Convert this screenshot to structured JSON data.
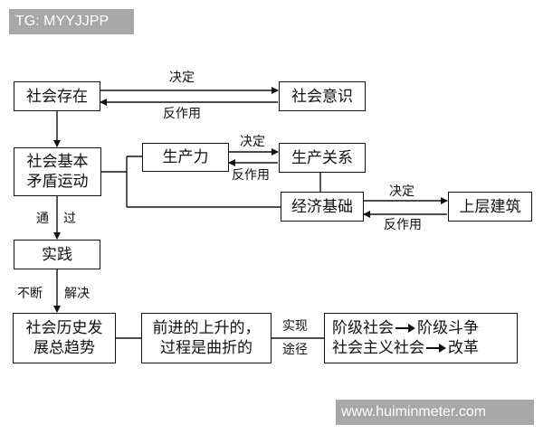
{
  "watermarks": {
    "top_left": "TG: MYYJJPP",
    "bottom_right": "www.huiminmeter.com"
  },
  "nodes": {
    "social_existence": "社会存在",
    "social_consciousness": "社会意识",
    "basic_contradiction_line1": "社会基本",
    "basic_contradiction_line2": "矛盾运动",
    "productive_forces": "生产力",
    "relations_of_production": "生产关系",
    "economic_base": "经济基础",
    "superstructure": "上层建筑",
    "practice": "实践",
    "trend_line1": "社会历史发",
    "trend_line2": "展总趋势",
    "process_line1": "前进的上升的，",
    "process_line2": "过程是曲折的",
    "route_class_society": "阶级社会",
    "route_class_struggle": "阶级斗争",
    "route_socialist_society": "社会主义社会",
    "route_reform": "改革"
  },
  "edge_labels": {
    "determines_1": "决定",
    "reacts_1": "反作用",
    "determines_2": "决定",
    "reacts_2": "反作用",
    "determines_3": "决定",
    "reacts_3": "反作用",
    "through_1": "通",
    "through_2": "过",
    "continuous": "不断",
    "resolve": "解决",
    "realize": "实现",
    "path": "途径"
  }
}
